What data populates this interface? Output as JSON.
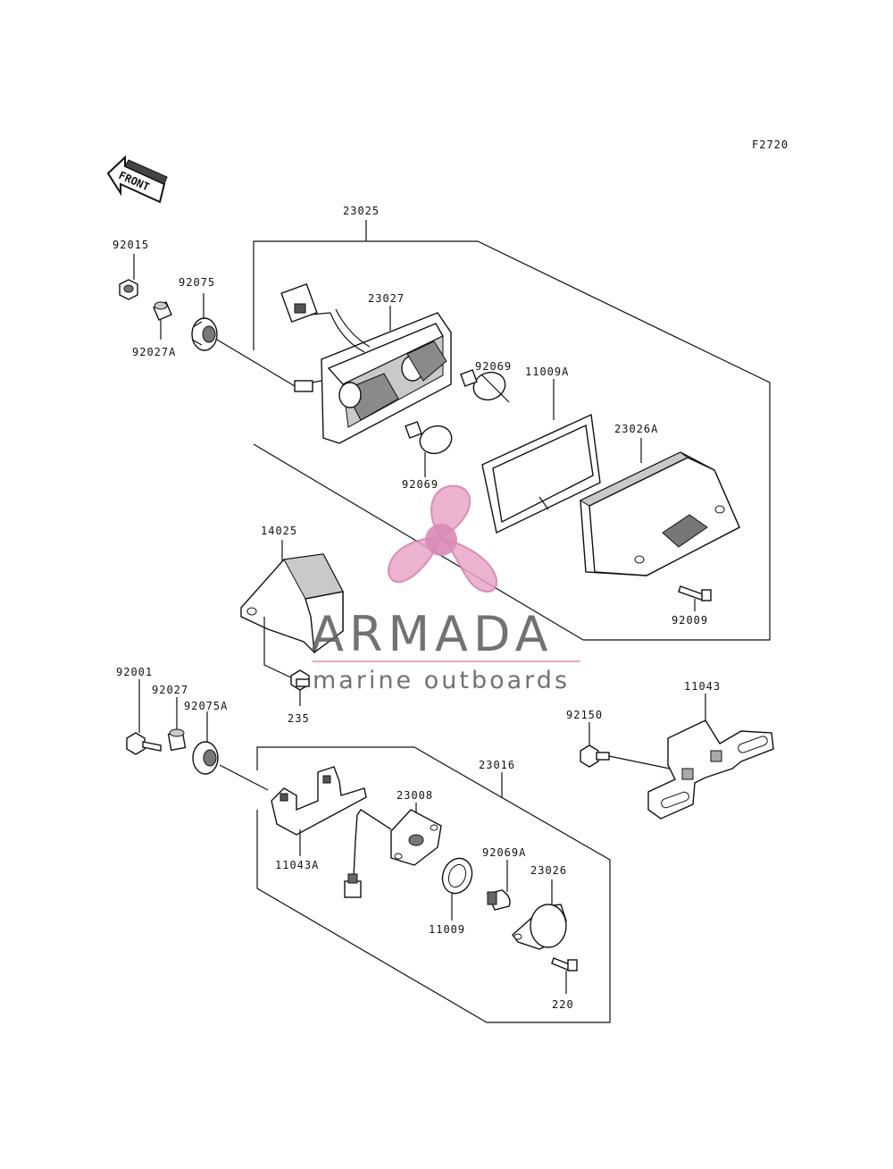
{
  "figure_code": "F2720",
  "front_label": "FRONT",
  "watermark": {
    "brand": "ARMADA",
    "tagline": "marine outboards",
    "accent_color": "#e8a6c8"
  },
  "part_numbers": {
    "p23025": "23025",
    "p92015": "92015",
    "p92075": "92075",
    "p92027A": "92027A",
    "p23027": "23027",
    "p92069_top": "92069",
    "p11009A": "11009A",
    "p23026A": "23026A",
    "p92069_bottom": "92069",
    "p14025": "14025",
    "p92009": "92009",
    "p92001": "92001",
    "p92027": "92027",
    "p92075A": "92075A",
    "p235": "235",
    "p11043": "11043",
    "p92150": "92150",
    "p23016": "23016",
    "p23008": "23008",
    "p92069A": "92069A",
    "p23026": "23026",
    "p11043A": "11043A",
    "p11009": "11009",
    "p220": "220"
  }
}
